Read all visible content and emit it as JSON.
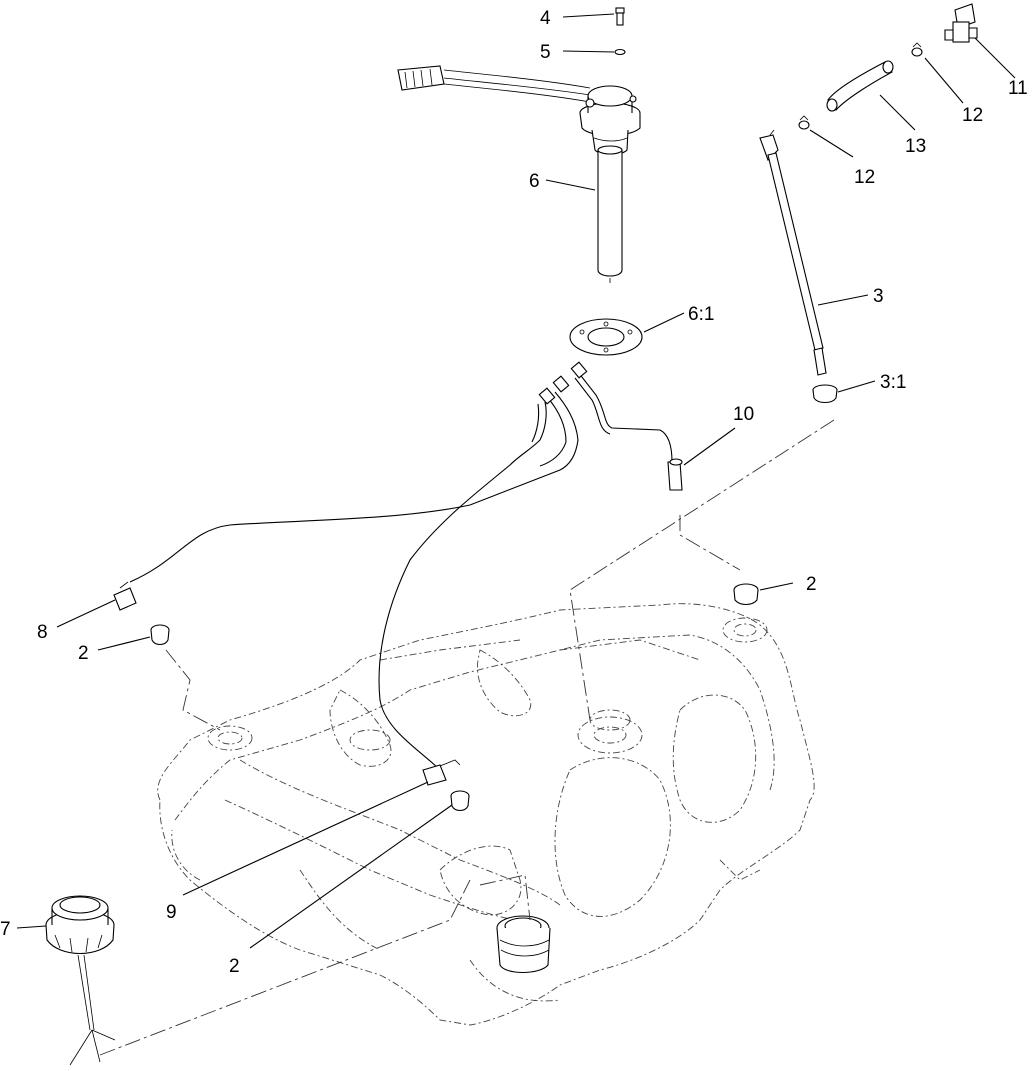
{
  "callouts": {
    "c4": "4",
    "c5": "5",
    "c6": "6",
    "c61": "6:1",
    "c3": "3",
    "c31": "3:1",
    "c10": "10",
    "c11": "11",
    "c12a": "12",
    "c12b": "12",
    "c13": "13",
    "c2_right": "2",
    "c2_left": "2",
    "c2_bottom": "2",
    "c8": "8",
    "c9": "9",
    "c7": "7"
  },
  "icons": [
    "fuel-tank-icon",
    "fuel-sender-icon",
    "fuel-cap-icon",
    "gasket-icon",
    "hose-icon",
    "clamp-icon",
    "valve-icon",
    "grommet-icon",
    "fitting-icon"
  ]
}
